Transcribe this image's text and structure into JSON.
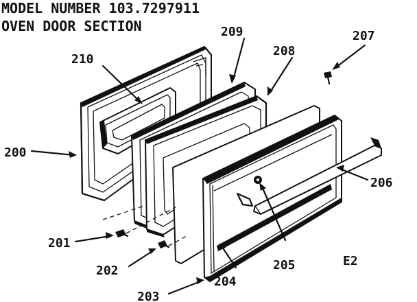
{
  "header": {
    "model_line": "MODEL NUMBER 103.7297911",
    "section_line": "OVEN DOOR SECTION"
  },
  "part_labels": {
    "p200": "200",
    "p201": "201",
    "p202": "202",
    "p203": "203",
    "p204": "204",
    "p205": "205",
    "p206": "206",
    "p207": "207",
    "p208": "208",
    "p209": "209",
    "p210": "210"
  },
  "figure_code": "E2"
}
